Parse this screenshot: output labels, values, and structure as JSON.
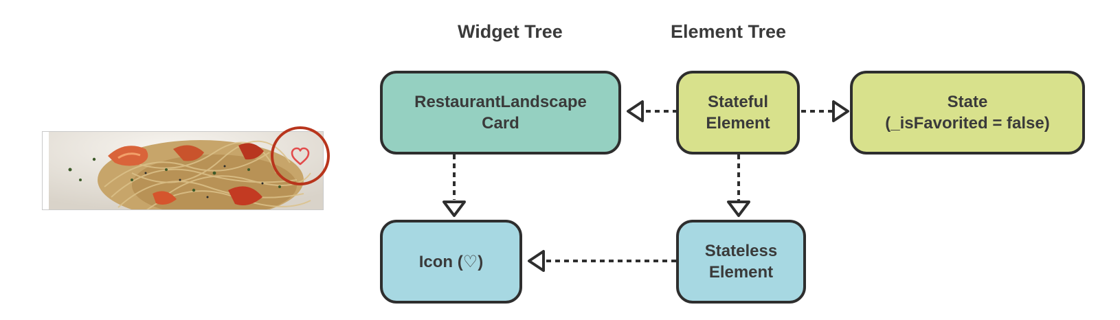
{
  "headings": {
    "widget_tree": "Widget Tree",
    "element_tree": "Element Tree"
  },
  "nodes": {
    "restaurant_card": {
      "line1": "RestaurantLandscape",
      "line2": "Card"
    },
    "stateful_element": {
      "line1": "Stateful",
      "line2": "Element"
    },
    "state": {
      "line1": "State",
      "line2": "(_isFavorited = false)"
    },
    "icon": {
      "line1": "Icon (♡)"
    },
    "stateless_element": {
      "line1": "Stateless",
      "line2": "Element"
    }
  },
  "colors": {
    "teal": "#95d0c1",
    "yellow_green": "#d8e18c",
    "light_blue": "#a7d8e2",
    "outline": "#2e2e2e",
    "highlight_ring": "#b8351c",
    "heart": "#e24b4b"
  },
  "preview": {
    "image": "pasta-dish-photo",
    "icon": "heart-icon"
  }
}
